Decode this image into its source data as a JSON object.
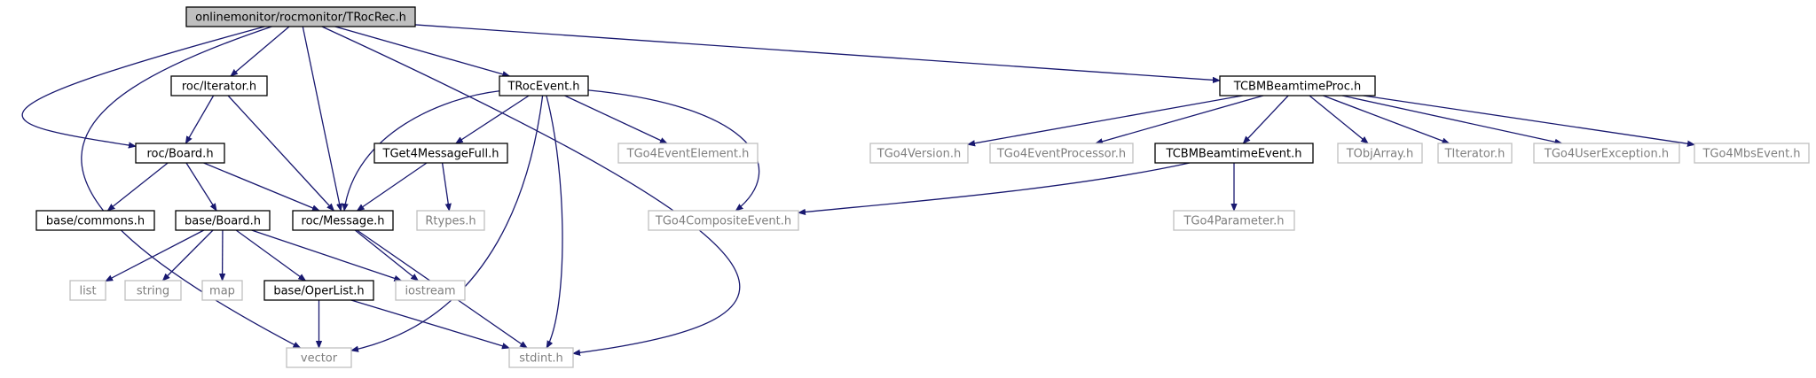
{
  "colors": {
    "edge": "#191970",
    "documented_border": "#000000",
    "documented_text": "#000000",
    "external_border": "#bfbfbf",
    "external_text": "#7f7f7f",
    "root_fill": "#bfbfbf",
    "root_border": "#000000",
    "background": "#ffffff"
  },
  "nodes": [
    {
      "id": "root",
      "label": "onlinemonitor/rocmonitor/TRocRec.h",
      "kind": "root"
    },
    {
      "id": "roc_iterator",
      "label": "roc/Iterator.h",
      "kind": "documented"
    },
    {
      "id": "troc_event",
      "label": "TRocEvent.h",
      "kind": "documented"
    },
    {
      "id": "tcbm_proc",
      "label": "TCBMBeamtimeProc.h",
      "kind": "documented"
    },
    {
      "id": "roc_board",
      "label": "roc/Board.h",
      "kind": "documented"
    },
    {
      "id": "tget4",
      "label": "TGet4MessageFull.h",
      "kind": "documented"
    },
    {
      "id": "tgo4_event_element",
      "label": "TGo4EventElement.h",
      "kind": "external"
    },
    {
      "id": "tgo4_version",
      "label": "TGo4Version.h",
      "kind": "external"
    },
    {
      "id": "tgo4_event_processor",
      "label": "TGo4EventProcessor.h",
      "kind": "external"
    },
    {
      "id": "tcbm_event",
      "label": "TCBMBeamtimeEvent.h",
      "kind": "documented"
    },
    {
      "id": "tobjarray",
      "label": "TObjArray.h",
      "kind": "external"
    },
    {
      "id": "titerator",
      "label": "TIterator.h",
      "kind": "external"
    },
    {
      "id": "tgo4_user_exception",
      "label": "TGo4UserException.h",
      "kind": "external"
    },
    {
      "id": "tgo4_mbs_event",
      "label": "TGo4MbsEvent.h",
      "kind": "external"
    },
    {
      "id": "base_commons",
      "label": "base/commons.h",
      "kind": "documented"
    },
    {
      "id": "base_board",
      "label": "base/Board.h",
      "kind": "documented"
    },
    {
      "id": "roc_message",
      "label": "roc/Message.h",
      "kind": "documented"
    },
    {
      "id": "rtypes",
      "label": "Rtypes.h",
      "kind": "external"
    },
    {
      "id": "tgo4_composite_event",
      "label": "TGo4CompositeEvent.h",
      "kind": "external"
    },
    {
      "id": "tgo4_parameter",
      "label": "TGo4Parameter.h",
      "kind": "external"
    },
    {
      "id": "list",
      "label": "list",
      "kind": "external"
    },
    {
      "id": "string",
      "label": "string",
      "kind": "external"
    },
    {
      "id": "map",
      "label": "map",
      "kind": "external"
    },
    {
      "id": "base_operlist",
      "label": "base/OperList.h",
      "kind": "documented"
    },
    {
      "id": "iostream",
      "label": "iostream",
      "kind": "external"
    },
    {
      "id": "vector",
      "label": "vector",
      "kind": "external"
    },
    {
      "id": "stdint",
      "label": "stdint.h",
      "kind": "external"
    }
  ],
  "edges": [
    {
      "from": "root",
      "to": "roc_iterator"
    },
    {
      "from": "root",
      "to": "roc_board"
    },
    {
      "from": "root",
      "to": "roc_message"
    },
    {
      "from": "root",
      "to": "troc_event"
    },
    {
      "from": "root",
      "to": "tcbm_proc"
    },
    {
      "from": "root",
      "to": "vector"
    },
    {
      "from": "root",
      "to": "stdint"
    },
    {
      "from": "roc_iterator",
      "to": "roc_board"
    },
    {
      "from": "roc_iterator",
      "to": "roc_message"
    },
    {
      "from": "roc_board",
      "to": "base_commons"
    },
    {
      "from": "roc_board",
      "to": "base_board"
    },
    {
      "from": "roc_board",
      "to": "roc_message"
    },
    {
      "from": "troc_event",
      "to": "roc_message"
    },
    {
      "from": "troc_event",
      "to": "tget4"
    },
    {
      "from": "troc_event",
      "to": "tgo4_event_element"
    },
    {
      "from": "troc_event",
      "to": "tgo4_composite_event"
    },
    {
      "from": "troc_event",
      "to": "vector"
    },
    {
      "from": "troc_event",
      "to": "stdint"
    },
    {
      "from": "tget4",
      "to": "roc_message"
    },
    {
      "from": "tget4",
      "to": "rtypes"
    },
    {
      "from": "tcbm_proc",
      "to": "tgo4_version"
    },
    {
      "from": "tcbm_proc",
      "to": "tgo4_event_processor"
    },
    {
      "from": "tcbm_proc",
      "to": "tcbm_event"
    },
    {
      "from": "tcbm_proc",
      "to": "tobjarray"
    },
    {
      "from": "tcbm_proc",
      "to": "titerator"
    },
    {
      "from": "tcbm_proc",
      "to": "tgo4_user_exception"
    },
    {
      "from": "tcbm_proc",
      "to": "tgo4_mbs_event"
    },
    {
      "from": "tcbm_event",
      "to": "tgo4_composite_event"
    },
    {
      "from": "tcbm_event",
      "to": "tgo4_parameter"
    },
    {
      "from": "base_board",
      "to": "list"
    },
    {
      "from": "base_board",
      "to": "string"
    },
    {
      "from": "base_board",
      "to": "map"
    },
    {
      "from": "base_board",
      "to": "base_operlist"
    },
    {
      "from": "base_board",
      "to": "iostream"
    },
    {
      "from": "roc_message",
      "to": "iostream"
    },
    {
      "from": "roc_message",
      "to": "stdint"
    },
    {
      "from": "base_operlist",
      "to": "vector"
    },
    {
      "from": "base_operlist",
      "to": "stdint"
    }
  ]
}
